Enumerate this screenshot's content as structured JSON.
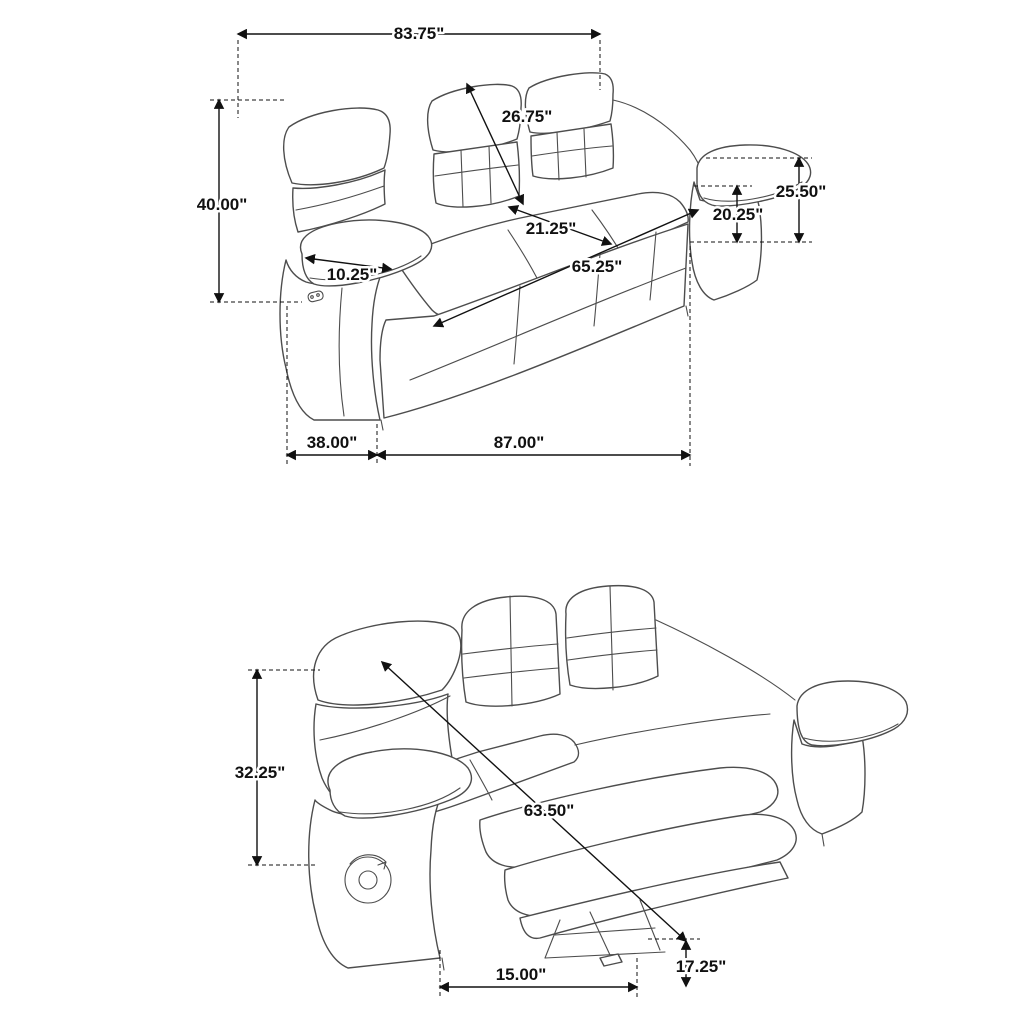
{
  "figure": {
    "type": "furniture-dimension-diagram",
    "subject": "reclining-sofa",
    "line_color": "#4d4d4d",
    "dimension_color": "#111111",
    "background": "#ffffff"
  },
  "upright": {
    "view_name": "sofa-upright-view",
    "overall_width": "83.75\"",
    "back_cushion_diagonal": "26.75\"",
    "overall_height": "40.00\"",
    "arm_height": "25.50\"",
    "seat_height": "20.25\"",
    "seat_depth": "21.25\"",
    "arm_width": "10.25\"",
    "seat_front_width": "65.25\"",
    "overall_depth": "38.00\"",
    "base_width": "87.00\""
  },
  "reclined": {
    "view_name": "sofa-reclined-view",
    "back_height": "32.25\"",
    "reclined_length": "63.50\"",
    "footrest_height": "17.25\"",
    "footrest_depth": "15.00\""
  }
}
